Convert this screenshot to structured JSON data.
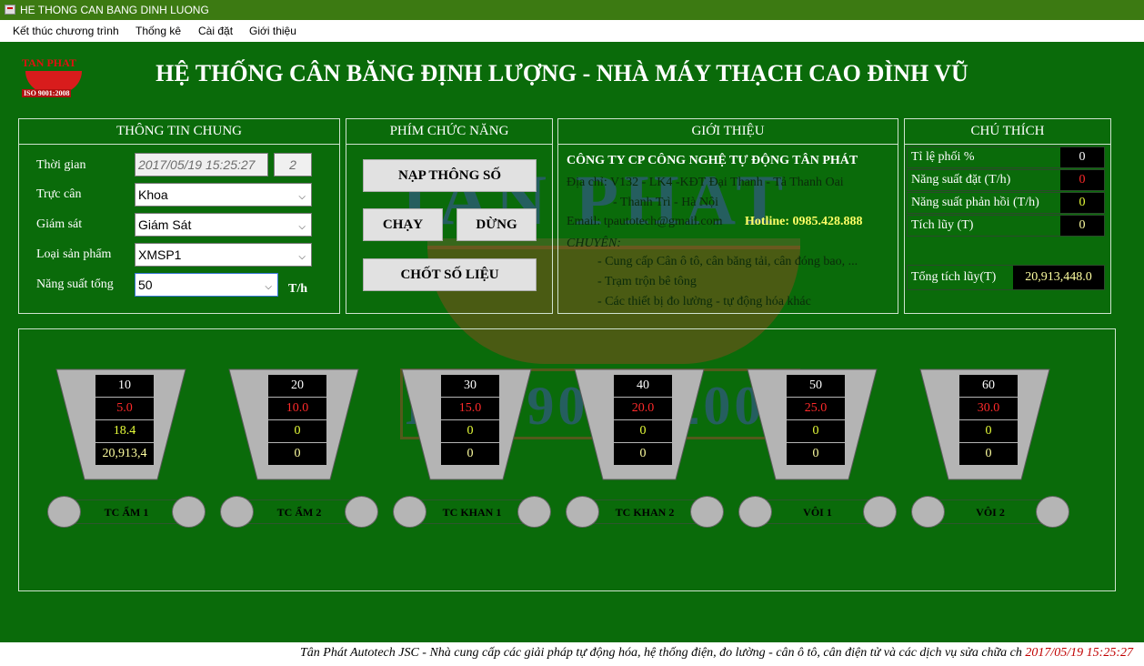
{
  "window": {
    "title": "HE THONG CAN BANG DINH LUONG"
  },
  "menu": [
    "Kết thúc chương trình",
    "Thống kê",
    "Cài đặt",
    "Giới thiệu"
  ],
  "logo": {
    "name": "TAN PHAT",
    "iso": "ISO 9001:2008"
  },
  "header": {
    "title": "HỆ THỐNG CÂN BĂNG ĐỊNH LƯỢNG - NHÀ MÁY THẠCH CAO ĐÌNH VŨ"
  },
  "watermark": {
    "brand": "TAN PHAT",
    "iso": "ISO 9001:2008"
  },
  "general": {
    "title": "THÔNG TIN CHUNG",
    "time_label": "Thời gian",
    "time_value": "2017/05/19 15:25:27",
    "shift_value": "2",
    "operator_label": "Trực cân",
    "operator_value": "Khoa",
    "supervisor_label": "Giám sát",
    "supervisor_value": "Giám Sát",
    "product_label": "Loại sản phẩm",
    "product_value": "XMSP1",
    "capacity_label": "Năng suất tổng",
    "capacity_value": "50",
    "capacity_unit": "T/h"
  },
  "functions": {
    "title": "PHÍM CHỨC NĂNG",
    "load_params": "NẠP THÔNG SỐ",
    "run": "CHẠY",
    "stop": "DỪNG",
    "close_data": "CHỐT SỐ LIỆU"
  },
  "intro": {
    "title": "GIỚI THIỆU",
    "company": "CÔNG TY CP CÔNG NGHỆ TỰ ĐỘNG TÂN PHÁT",
    "address_line1": "Địa chỉ: V132 - LK4 -KĐT Đại Thanh - Tả Thanh Oai",
    "address_line2": "- Thanh Trì - Hà Nội",
    "email": "Email: tpautotech@gmail.com",
    "hotline": "Hotline: 0985.428.888",
    "specialty": "CHUYÊN:",
    "item1": "- Cung cấp Cân ô tô, cân băng tải, cân đóng bao, ...",
    "item2": "- Trạm trộn bê tông",
    "item3": "- Các thiết bị đo lường - tự động hóa khác"
  },
  "legend": {
    "title": "CHÚ THÍCH",
    "rows": [
      {
        "label": "Tỉ lệ phối %",
        "value": "0",
        "color": "#ffffff"
      },
      {
        "label": "Năng suất đặt (T/h)",
        "value": "0",
        "color": "#ff2a2a"
      },
      {
        "label": "Năng suất phản hồi (T/h)",
        "value": "0",
        "color": "#e8ff3a"
      },
      {
        "label": "Tích lũy (T)",
        "value": "0",
        "color": "#ffffa0"
      }
    ],
    "total_label": "Tổng tích lũy(T)",
    "total_value": "20,913,448.0"
  },
  "feeders": [
    {
      "ratio": "10",
      "setpoint": "5.0",
      "feedback": "18.4",
      "accum": "20,913,4",
      "belt": "TC ẨM 1"
    },
    {
      "ratio": "20",
      "setpoint": "10.0",
      "feedback": "0",
      "accum": "0",
      "belt": "TC ẨM 2"
    },
    {
      "ratio": "30",
      "setpoint": "15.0",
      "feedback": "0",
      "accum": "0",
      "belt": "TC KHAN 1"
    },
    {
      "ratio": "40",
      "setpoint": "20.0",
      "feedback": "0",
      "accum": "0",
      "belt": "TC KHAN 2"
    },
    {
      "ratio": "50",
      "setpoint": "25.0",
      "feedback": "0",
      "accum": "0",
      "belt": "VÔI 1"
    },
    {
      "ratio": "60",
      "setpoint": "30.0",
      "feedback": "0",
      "accum": "0",
      "belt": "VÔI 2"
    }
  ],
  "status": {
    "text": "Tân Phát Autotech JSC - Nhà cung cấp các giải pháp tự động hóa, hệ thống điện, đo lường - cân ô tô, cân điện tử và các dịch vụ sửa chữa ch",
    "datetime": "2017/05/19 15:25:27"
  },
  "colors": {
    "background": "#0a6b0a",
    "ratio": "#ffffff",
    "setpoint": "#ff2a2a",
    "feedback": "#e8ff3a",
    "accum": "#ffffa0",
    "hotline": "#ffff66"
  }
}
